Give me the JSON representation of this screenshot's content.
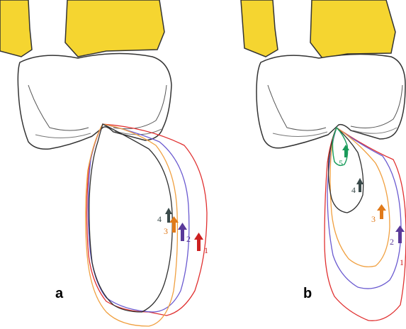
{
  "panels": [
    {
      "label": "a",
      "markers": [
        {
          "number": "1",
          "color": "#cc2020"
        },
        {
          "number": "2",
          "color": "#5a3a9a"
        },
        {
          "number": "3",
          "color": "#e07a1a"
        },
        {
          "number": "4",
          "color": "#3a4a4a"
        }
      ]
    },
    {
      "label": "b",
      "markers": [
        {
          "number": "1",
          "color": "#cc2020"
        },
        {
          "number": "2",
          "color": "#5a3a9a"
        },
        {
          "number": "3",
          "color": "#e07a1a"
        },
        {
          "number": "4",
          "color": "#3a4a4a"
        },
        {
          "number": "5",
          "color": "#1a9a5a"
        }
      ]
    }
  ],
  "colors": {
    "tooth_yellow": "#f5d530",
    "crown_outline": "#333333",
    "contour_1": "#e03030",
    "contour_2": "#6a5ad0",
    "contour_3": "#f0a040",
    "contour_4": "#303030",
    "contour_5": "#20a060"
  }
}
